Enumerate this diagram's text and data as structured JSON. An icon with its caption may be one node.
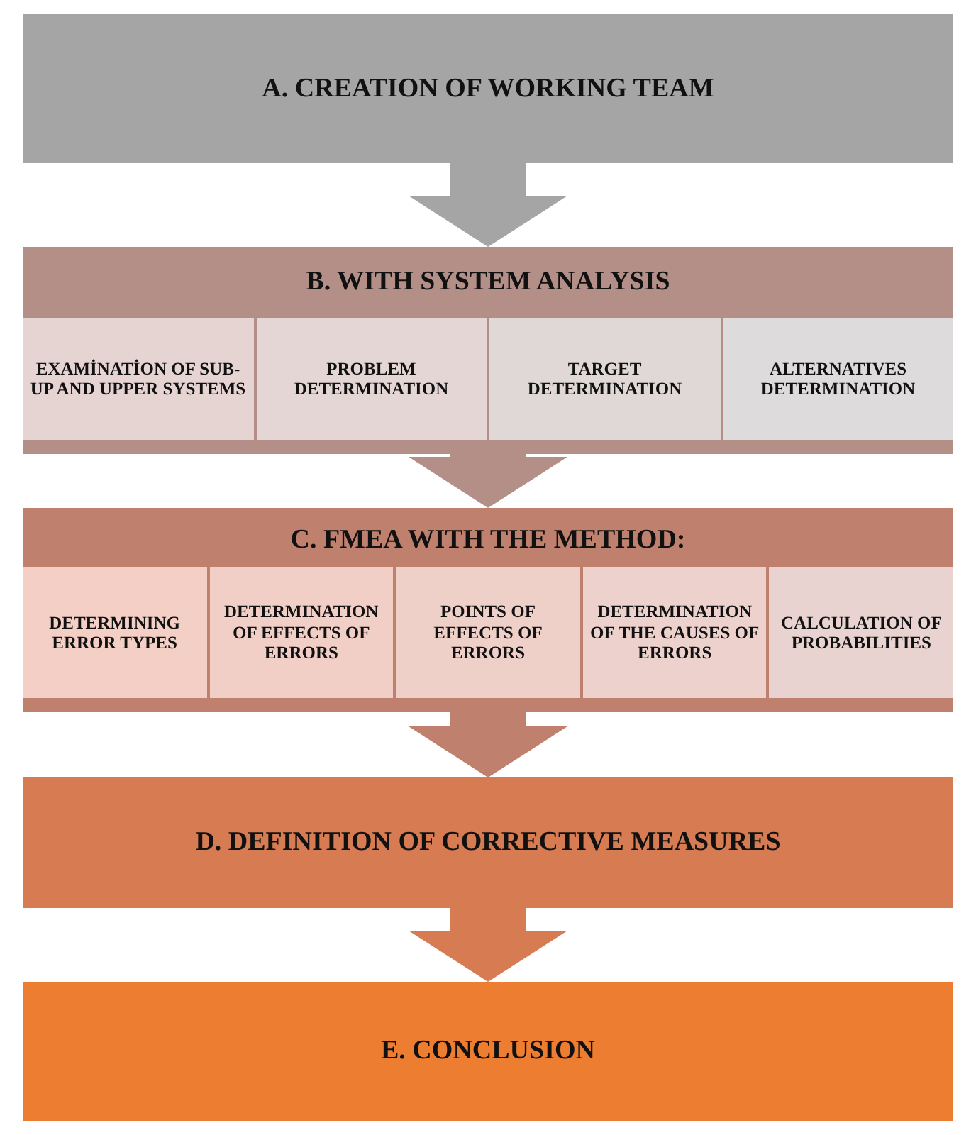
{
  "diagram": {
    "nodes": [
      {
        "text": [
          "A. CREATION OF WORKING TEAM"
        ]
      },
      {
        "text": [
          "B. WITH SYSTEM ANALYSIS"
        ]
      },
      {
        "text": [
          "EXAMİNATİON OF SUB-UP AND UPPER SYSTEMS"
        ],
        "in": 1
      },
      {
        "text": [
          "PROBLEM DETERMINATION"
        ],
        "in": 1
      },
      {
        "text": [
          "TARGET DETERMINATION"
        ],
        "in": 1
      },
      {
        "text": [
          "ALTERNATIVES DETERMINATION"
        ],
        "in": 1
      },
      {
        "text": [
          "C. FMEA WITH THE METHOD:"
        ]
      },
      {
        "text": [
          "DETERMINING ERROR TYPES"
        ],
        "in": 6
      },
      {
        "text": [
          "DETERMINATION OF EFFECTS OF ERRORS"
        ],
        "in": 6
      },
      {
        "text": [
          "POINTS OF EFFECTS OF ERRORS"
        ],
        "in": 6
      },
      {
        "text": [
          "DETERMINATION OF THE CAUSES OF ERRORS"
        ],
        "in": 6
      },
      {
        "text": [
          "CALCULATION OF PROBABILITIES"
        ],
        "in": 6
      },
      {
        "text": [
          "D. DEFINITION OF CORRECTIVE MEASURES"
        ]
      },
      {
        "text": [
          "E. CONCLUSION"
        ]
      }
    ],
    "edges": [
      {
        "from": 0,
        "to": 1,
        "arrow": "to"
      },
      {
        "from": 1,
        "to": 6,
        "arrow": "to"
      },
      {
        "from": 6,
        "to": 12,
        "arrow": "to"
      },
      {
        "from": 12,
        "to": 13,
        "arrow": "to"
      }
    ]
  }
}
